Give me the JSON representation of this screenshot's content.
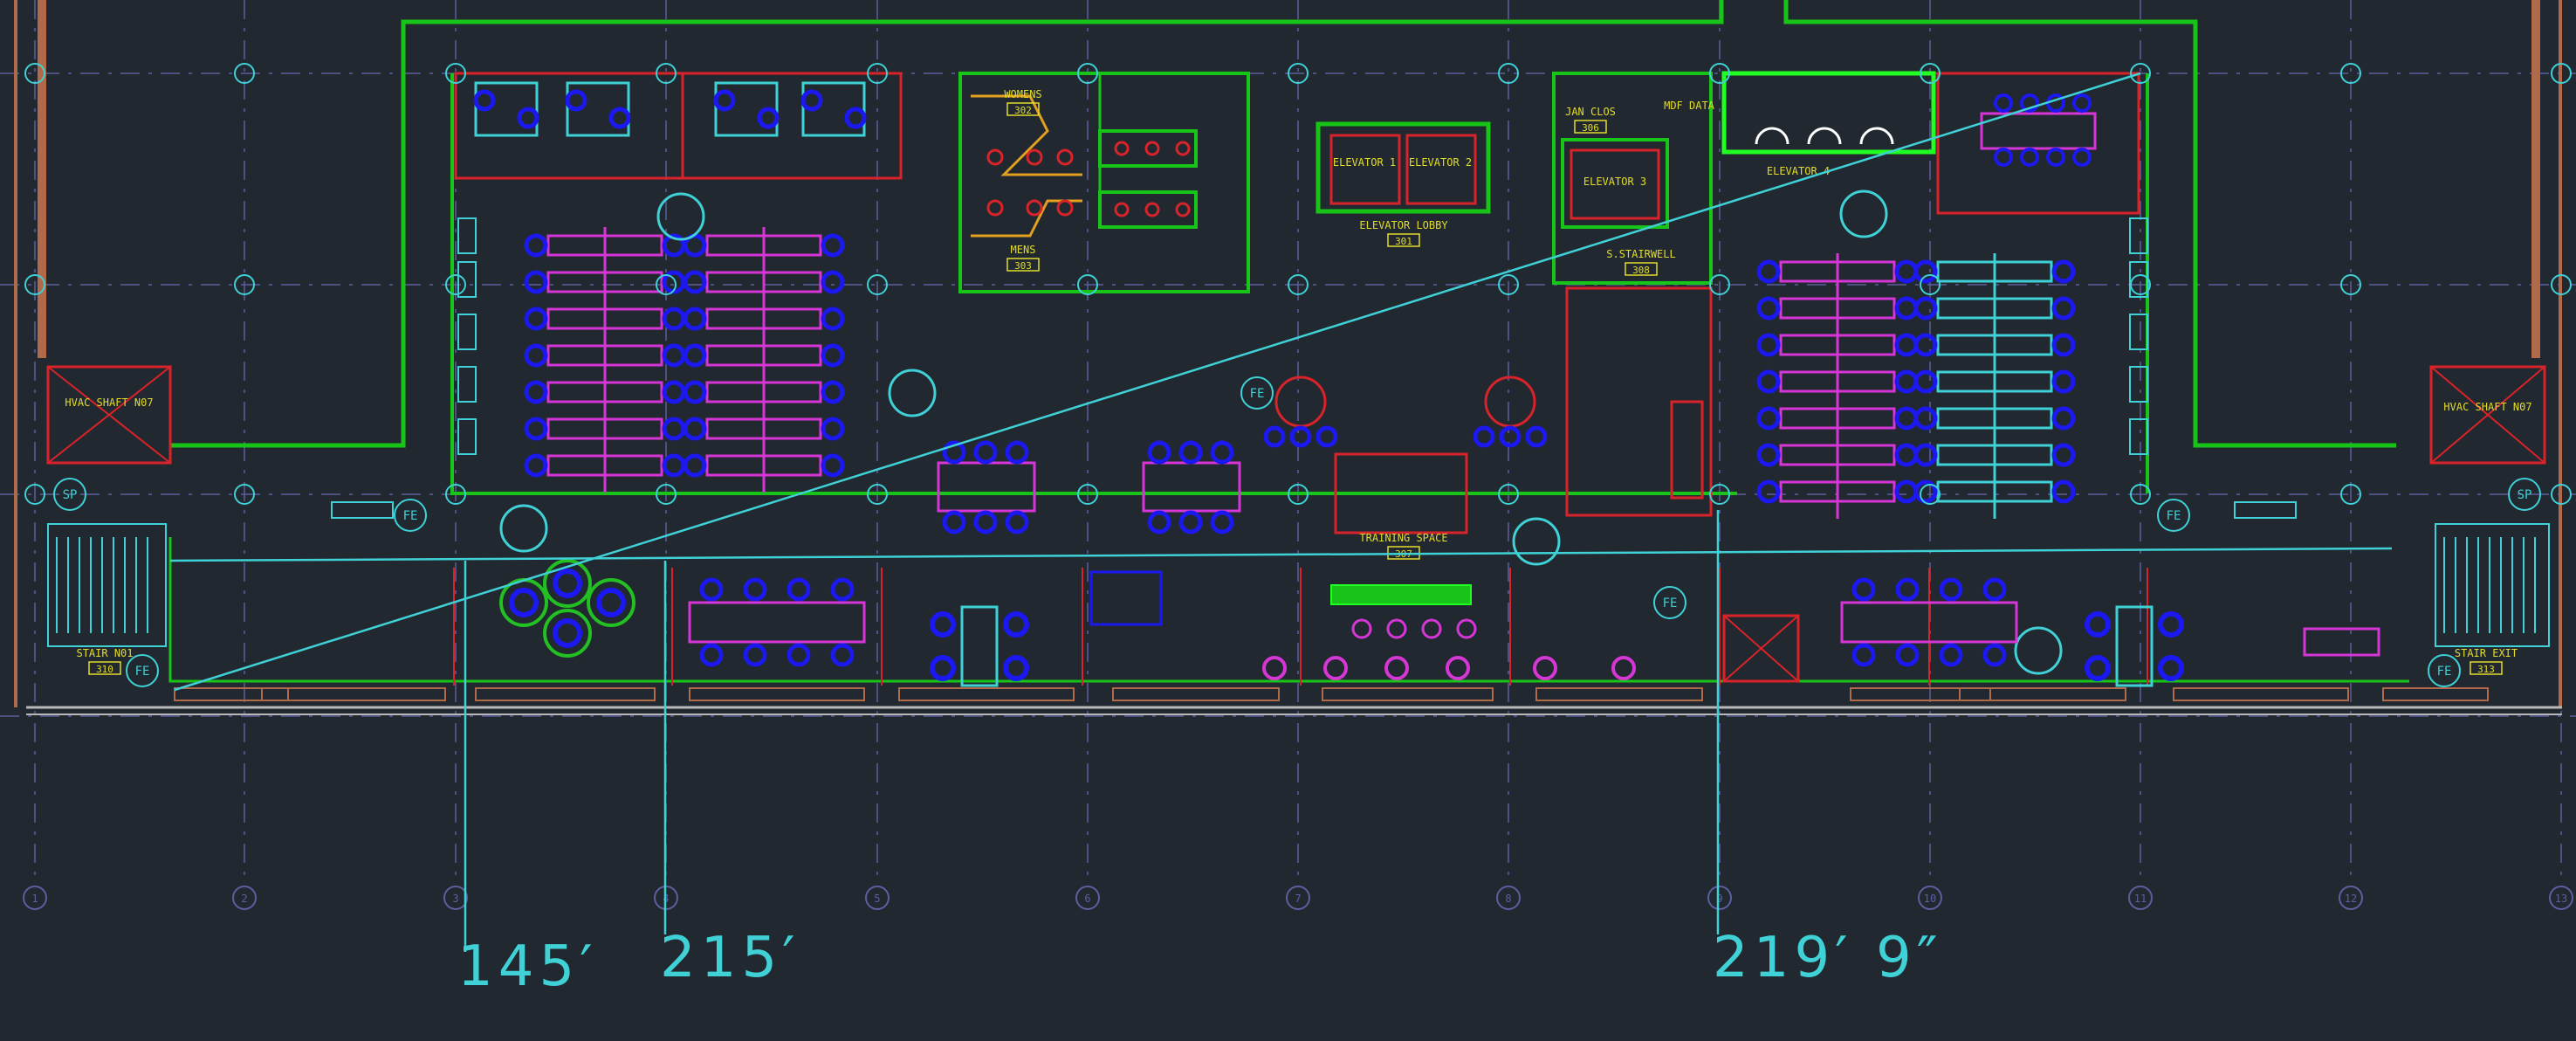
{
  "drawing": {
    "background": "#212830",
    "colors": {
      "wall": "#19c419",
      "red": "#d9232a",
      "magenta": "#d736d7",
      "blue": "#1c18f0",
      "cyan": "#3fd1d6",
      "yellow": "#e3dc2a",
      "grid": "#4a4fa8",
      "gridline": "#5c5f9e",
      "hatch": "#b06a4a"
    },
    "room_labels": {
      "womens": "WOMENS",
      "womens_no": "302",
      "mens": "MENS",
      "mens_no": "303",
      "elevator_1": "ELEVATOR 1",
      "elevator_2": "ELEVATOR 2",
      "elevator_3": "ELEVATOR 3",
      "elevator_lobby": "ELEVATOR LOBBY",
      "elevator_lobby_no": "301",
      "jan_clos": "JAN CLOS",
      "jan_clos_no": "306",
      "mdf": "MDF DATA",
      "elevator_4": "ELEVATOR 4",
      "stairwell": "S.STAIRWELL",
      "stairwell_no": "308",
      "training": "TRAINING SPACE",
      "training_no": "307",
      "hvac_left": "HVAC SHAFT N07",
      "hvac_right": "HVAC SHAFT N07",
      "stair_left": "STAIR N01",
      "stair_left_no": "310",
      "stair_right": "STAIR EXIT",
      "stair_right_no": "313",
      "fe": "FE",
      "sp": "SP"
    },
    "grid_bubbles": [
      "1",
      "2",
      "3",
      "4",
      "5",
      "6",
      "7",
      "8",
      "9",
      "10",
      "11",
      "12",
      "13"
    ],
    "measurements": [
      "145′",
      "215′",
      "219′ 9″"
    ]
  }
}
